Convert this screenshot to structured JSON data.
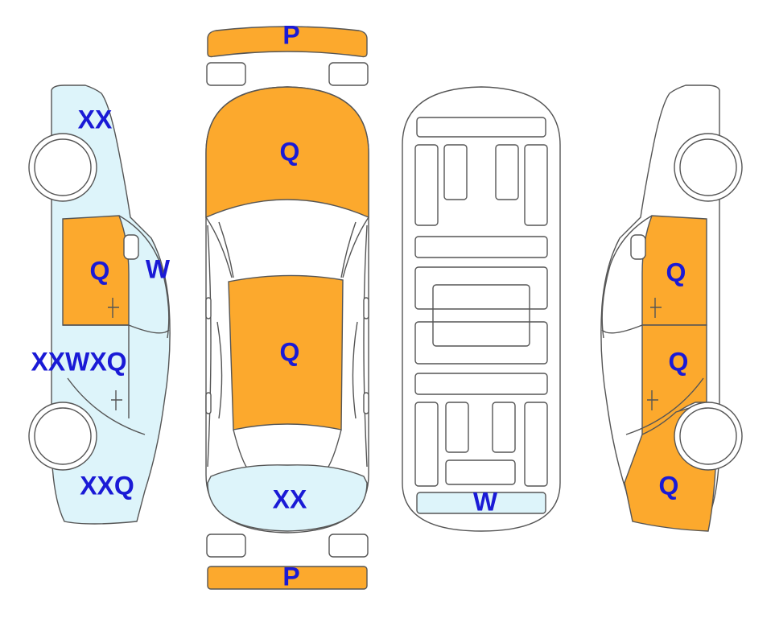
{
  "colors": {
    "orange": "#FCA92D",
    "light_blue": "#DDF4FA",
    "white": "#FFFFFF",
    "outline": "#555555",
    "label": "#1A1AD6"
  },
  "labels": {
    "front_bumper": "P",
    "hood": "Q",
    "roof": "Q",
    "rear_window_panel": "XX",
    "rear_bumper": "P",
    "underbody_strip": "W",
    "left_front_fender": "XX",
    "left_front_door": "Q",
    "left_windshield": "W",
    "left_rear_door": "XXWXQ",
    "left_quarter": "XXQ",
    "right_front_door": "Q",
    "right_rear_door": "Q",
    "right_quarter": "Q"
  }
}
